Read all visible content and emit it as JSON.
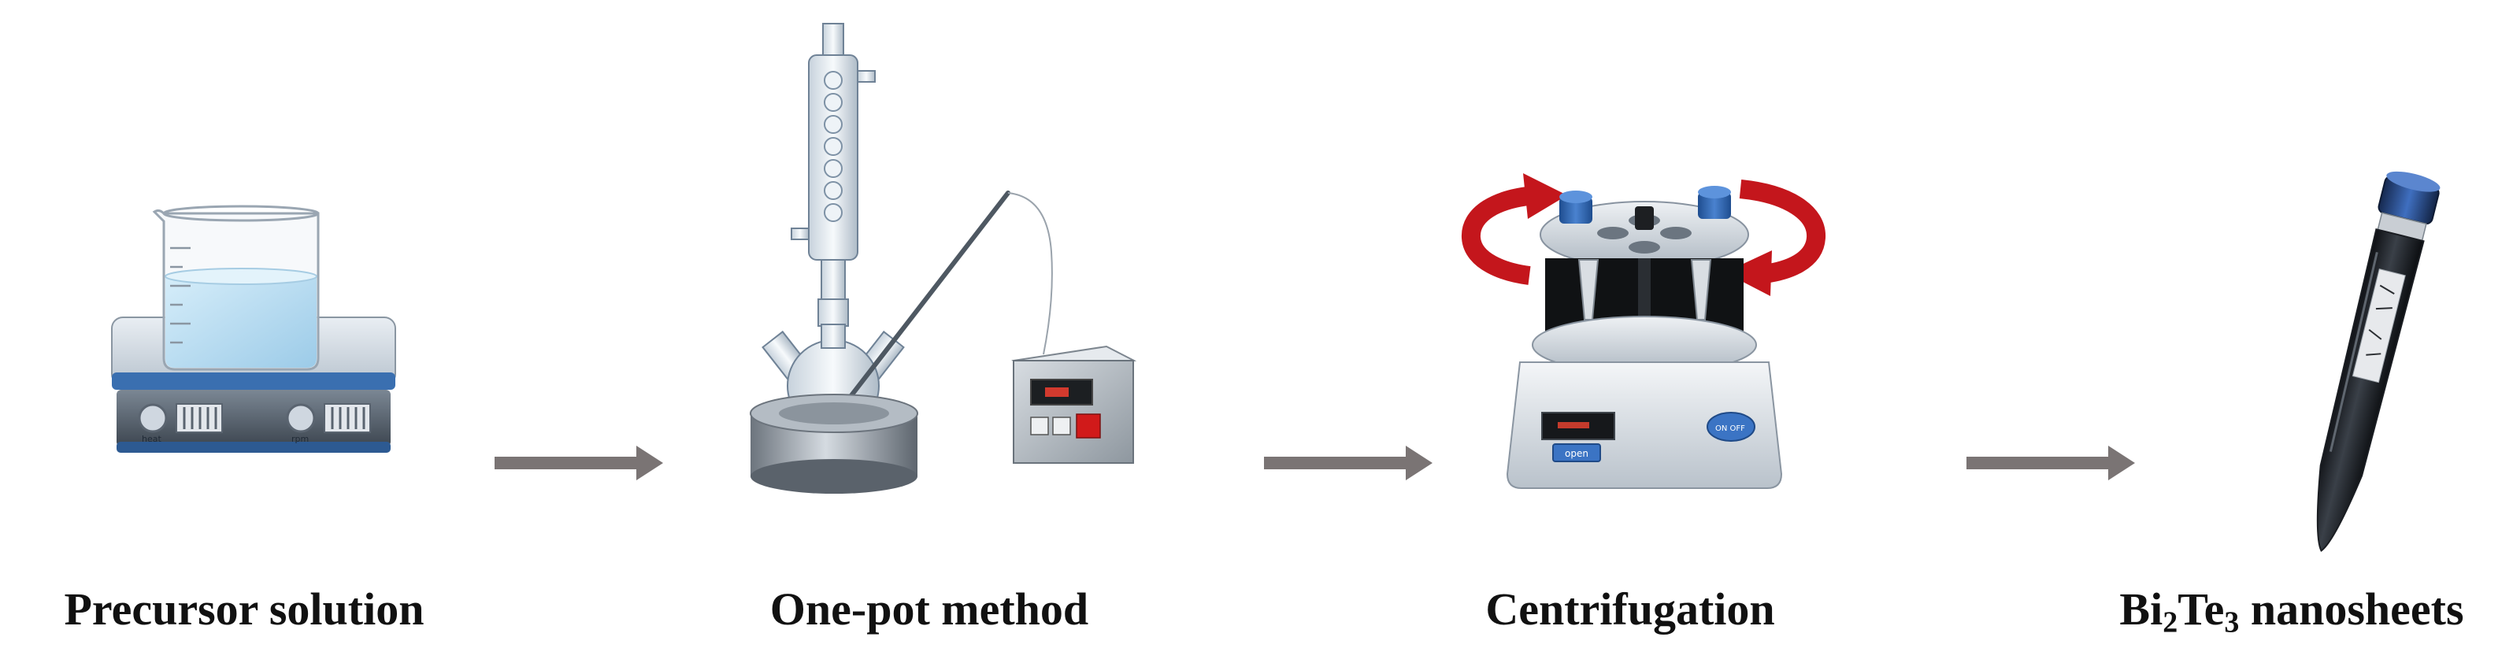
{
  "steps": [
    {
      "id": "precursor",
      "label": "Precursor solution",
      "device": "hotplate-stirrer-with-beaker",
      "knob_labels": [
        "heat",
        "rpm"
      ]
    },
    {
      "id": "one-pot",
      "label": "One-pot method",
      "device": "reflux-flask-with-temperature-controller"
    },
    {
      "id": "centrifugation",
      "label": "Centrifugation",
      "device": "centrifuge",
      "button_labels": [
        "open",
        "ON OFF"
      ]
    },
    {
      "id": "product",
      "label_parts": [
        "Bi",
        "2",
        "Te",
        "3",
        " nanosheets"
      ],
      "device": "centrifuge-tube"
    }
  ],
  "colors": {
    "arrow": "#7a7474",
    "rotation_arrow": "#c4161c",
    "cap_blue": "#2f5fa8",
    "solution": "#bfe0f2"
  }
}
